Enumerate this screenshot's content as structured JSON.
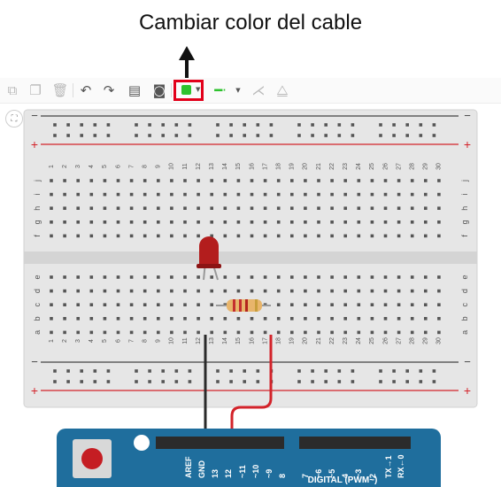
{
  "caption": "Cambiar color del cable",
  "toolbar": {
    "icons": [
      "copy-icon",
      "paste-icon",
      "delete-icon",
      "undo-icon",
      "redo-icon",
      "notes-icon",
      "inspect-icon",
      "color-picker",
      "line-style-icon",
      "flip-icon",
      "mirror-icon"
    ],
    "wire_color": "#2ec22e",
    "highlight_color": "#e2001a"
  },
  "breadboard": {
    "top_rows": [
      "j",
      "i",
      "h",
      "g",
      "f"
    ],
    "bottom_rows": [
      "e",
      "d",
      "c",
      "b",
      "a"
    ],
    "columns": [
      "1",
      "2",
      "3",
      "4",
      "5",
      "6",
      "7",
      "8",
      "9",
      "10",
      "11",
      "12",
      "13",
      "14",
      "15",
      "16",
      "17",
      "18",
      "19",
      "20",
      "21",
      "22",
      "23",
      "24",
      "25",
      "26",
      "27",
      "28",
      "29",
      "30"
    ],
    "rail_plus": "+",
    "rail_minus": "−"
  },
  "arduino": {
    "pins": [
      "AREF",
      "GND",
      "13",
      "12",
      "~11",
      "~10",
      "~9",
      "8",
      "7",
      "~6",
      "~5",
      "4",
      "~3",
      "2",
      "TX→1",
      "RX←0"
    ],
    "label": "DIGITAL (PWM~)"
  },
  "colors": {
    "board": "#e6e6e6",
    "arduino": "#1f6e9d",
    "led": "#b31d1d",
    "wire_black": "#2a2a2a",
    "wire_red": "#d3232a"
  }
}
